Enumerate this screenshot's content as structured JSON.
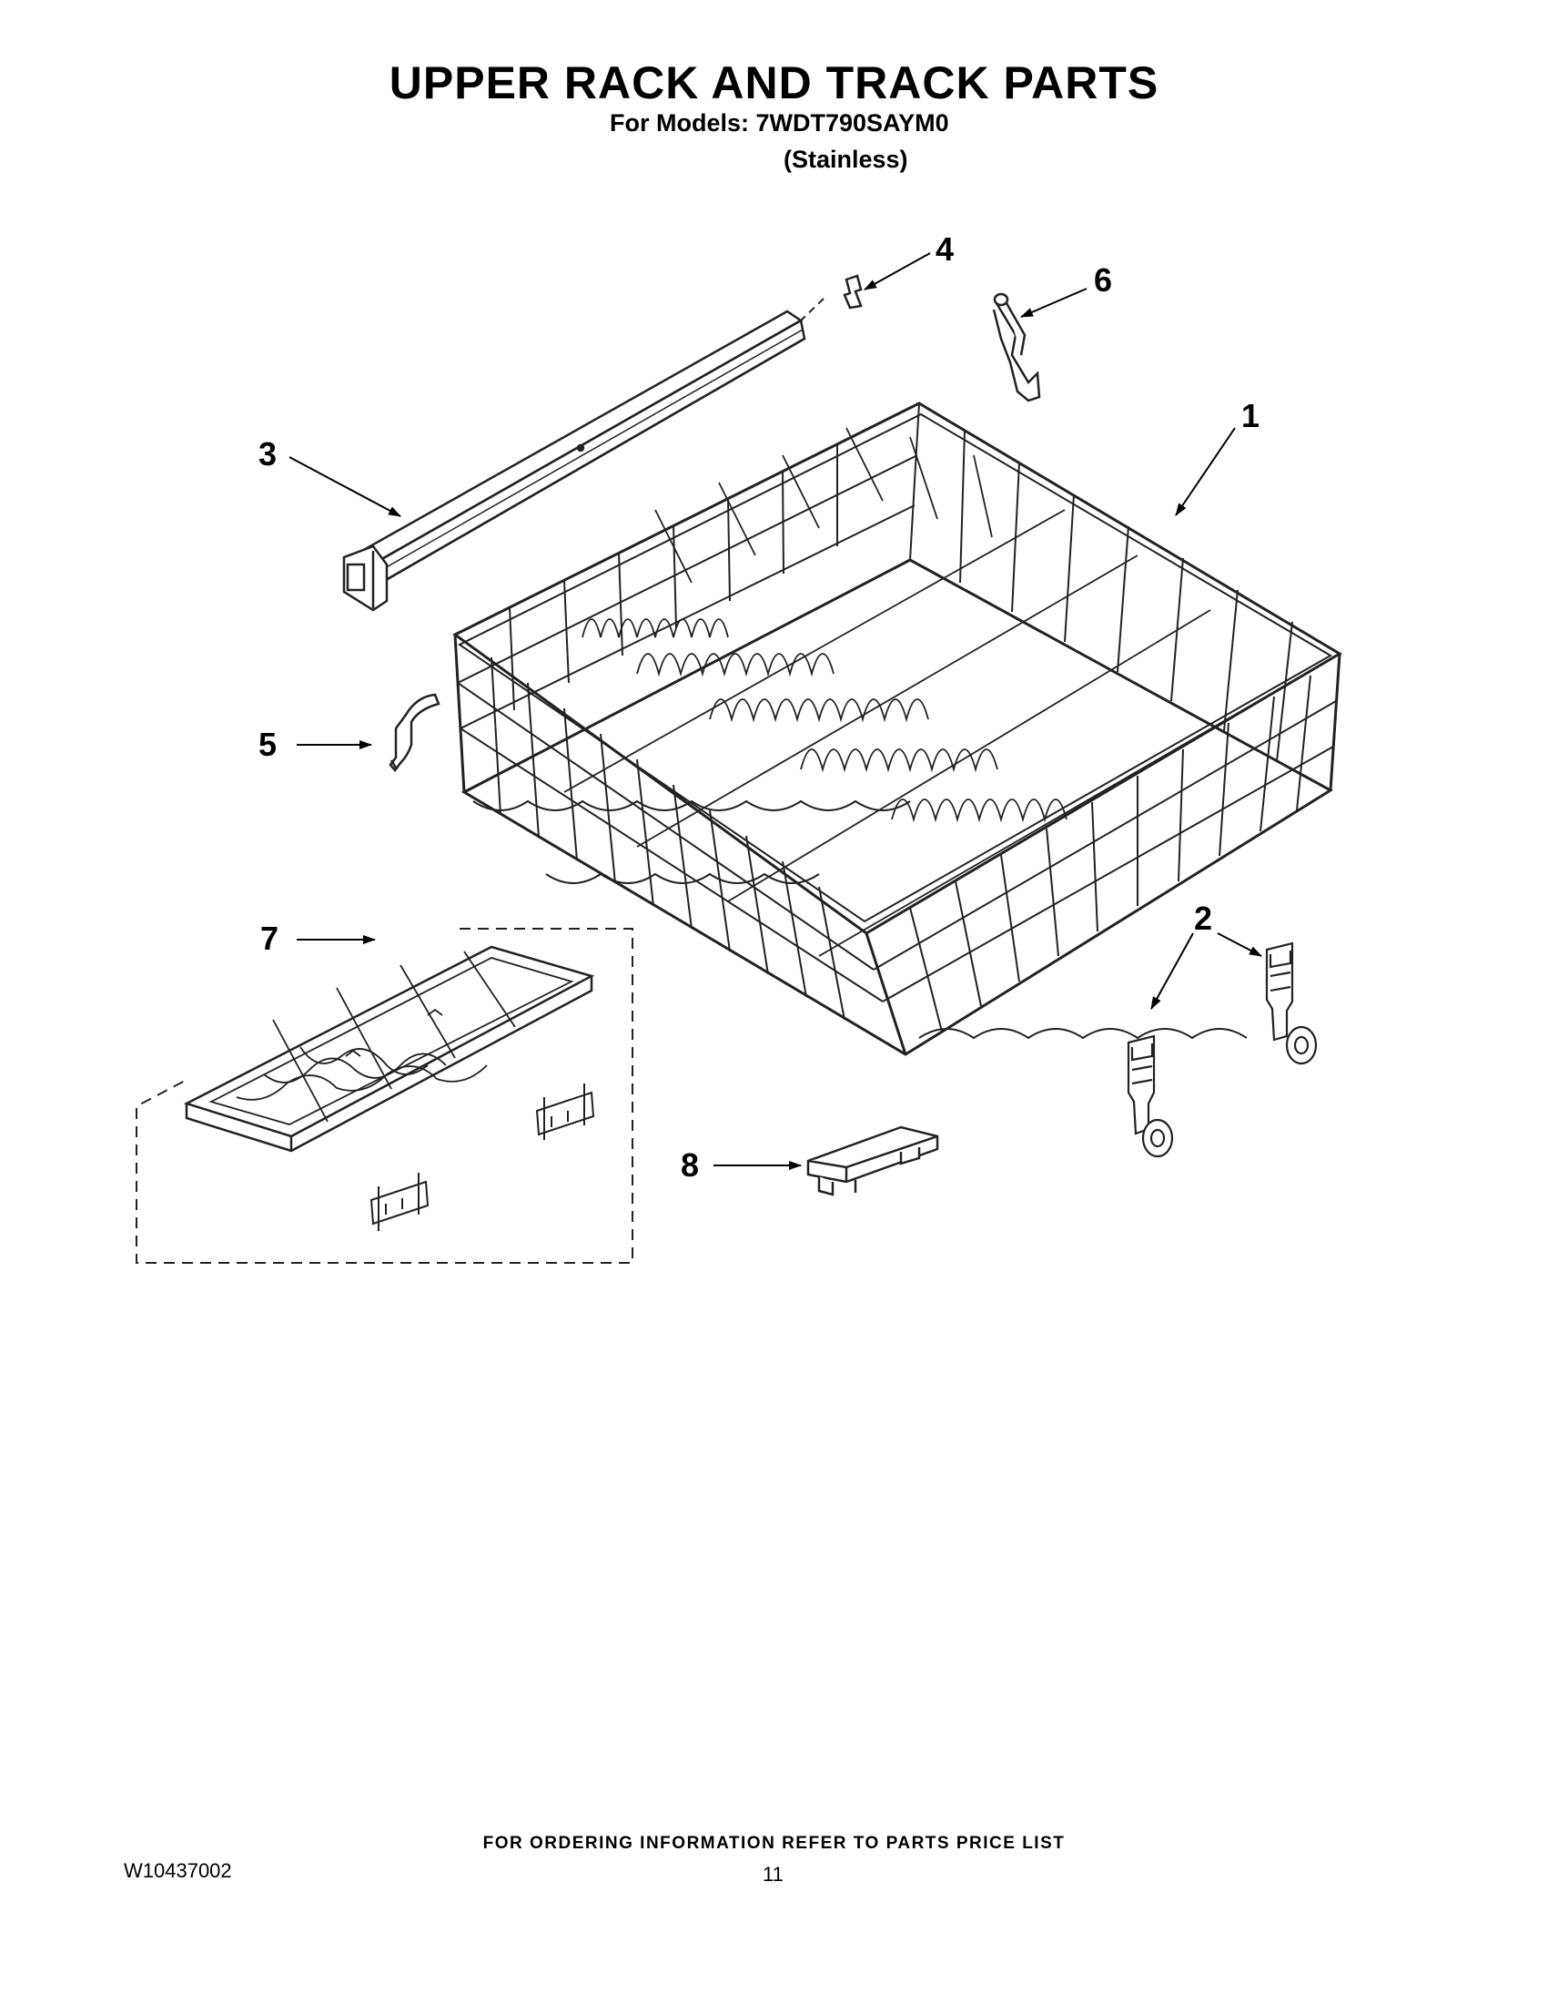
{
  "header": {
    "title": "UPPER RACK AND TRACK PARTS",
    "models": "For Models: 7WDT790SAYM0",
    "variant": "(Stainless)"
  },
  "callouts": [
    "1",
    "2",
    "3",
    "4",
    "5",
    "6",
    "7",
    "8"
  ],
  "footer": {
    "order_info": "FOR ORDERING INFORMATION REFER TO PARTS PRICE LIST",
    "doc_number": "W10437002",
    "page_number": "11"
  }
}
